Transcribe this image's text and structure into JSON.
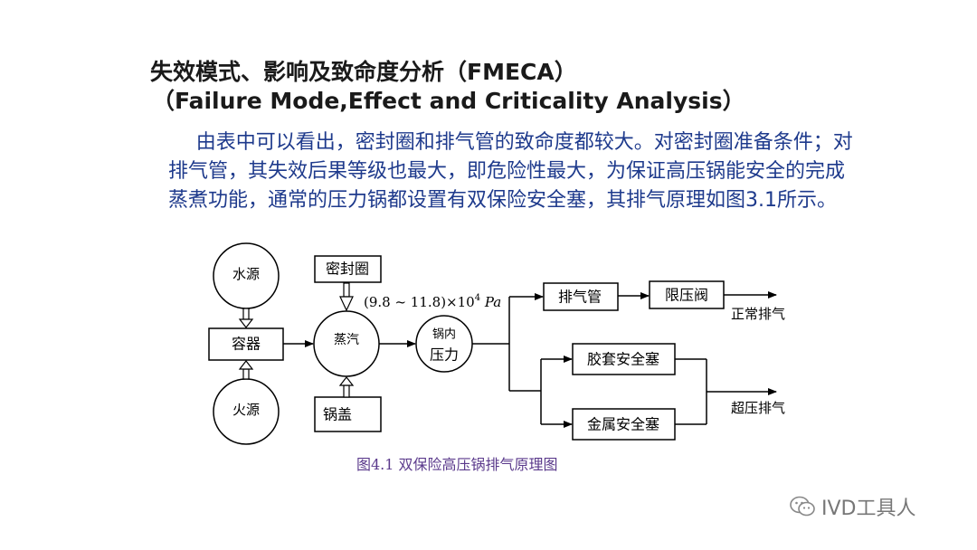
{
  "title": {
    "line1": "失效模式、影响及致命度分析（FMECA）",
    "line2": "（Failure Mode,Effect and Criticality Analysis）"
  },
  "paragraph": "由表中可以看出，密封圈和排气管的致命度都较大。对密封圈准备条件；对排气管，其失效后果等级也最大，即危险性最大，为保证高压锅能安全的完成蒸煮功能，通常的压力锅都设置有双保险安全塞，其排气原理如图3.1所示。",
  "diagram": {
    "nodes": {
      "water_source": "水源",
      "fire_source": "火源",
      "container": "容器",
      "seal_ring": "密封圈",
      "steam": "蒸汽",
      "pot_lid": "锅盖",
      "pressure_line1": "锅内",
      "pressure_line2": "压力",
      "exhaust_pipe": "排气管",
      "pressure_valve": "限压阀",
      "rubber_plug": "胶套安全塞",
      "metal_plug": "金属安全塞"
    },
    "labels": {
      "pressure_range": "(9.8 ~ 11.8)×10",
      "pressure_exp": "4",
      "pressure_unit": " Pa",
      "normal_exhaust": "正常排气",
      "over_pressure_exhaust": "超压排气"
    }
  },
  "caption": "图4.1   双保险高压锅排气原理图",
  "watermark": {
    "icon": "wechat-icon",
    "text": "IVD工具人"
  }
}
